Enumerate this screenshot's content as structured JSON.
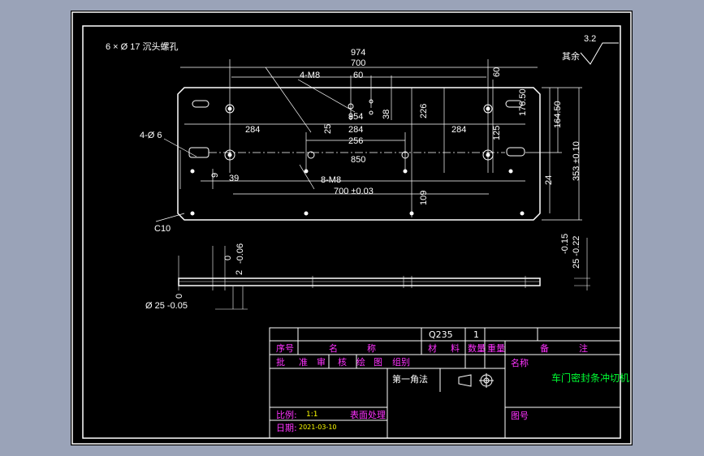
{
  "drawing": {
    "note_holes": "6 × Ø 17 沉头螺孔",
    "roughness": "3.2",
    "roughness_note": "其余",
    "dims": {
      "d974": "974",
      "d700": "700",
      "d4m8": "4-M8",
      "d60a": "60",
      "d60b": "60",
      "d954": "954",
      "d38": "38",
      "d226": "226",
      "d17650": "176.50",
      "d16450": "164.50",
      "d353": "353 ±0.10",
      "d284a": "284",
      "d25": "25",
      "d284b": "284",
      "d284c": "284",
      "d125": "125",
      "d256": "256",
      "d4phi6": "4-Ø 6",
      "d850": "850",
      "d9": "9",
      "d39": "39",
      "d8m8": "8-M8",
      "d700tol": "700 ±0.03",
      "d109": "109",
      "d24": "24",
      "dc10": "C10",
      "d0a": "0",
      "d006": "-0.06",
      "d2": "2",
      "d0b": "0",
      "dphi25": "Ø 25 -0.05",
      "d015": "-0.15",
      "d25tol": "25 -0.22"
    }
  },
  "title_block": {
    "material": "Q235",
    "quantity": "1",
    "row_headers": [
      "序号",
      "名",
      "称",
      "材",
      "料",
      "数量",
      "重量",
      "备",
      "注"
    ],
    "sign_labels": [
      "批",
      "准",
      "审",
      "核",
      "绘",
      "图",
      "组别"
    ],
    "projection": "第一角法",
    "name_label": "名称",
    "name_value": "车门密封条冲切机",
    "scale_label": "比例:",
    "scale_value": "1:1",
    "surface_label": "表面处理",
    "date_label": "日期:",
    "date_value": "2021-03-10",
    "drawing_no_label": "图号"
  },
  "colors": {
    "background": "#9aa3b8",
    "sheet": "#000000",
    "lines": "#ffffff",
    "labels": "#ff33ff",
    "values": "#ffff00",
    "part_name": "#00ff33"
  }
}
